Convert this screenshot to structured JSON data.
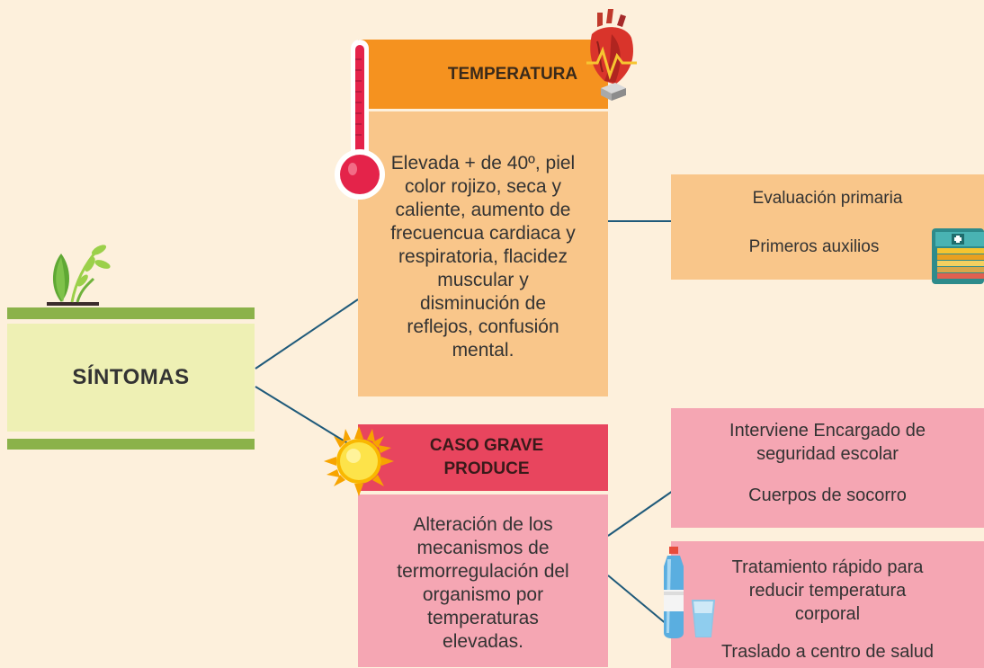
{
  "root": {
    "label": "SÍNTOMAS"
  },
  "temperatura": {
    "header": "TEMPERATURA",
    "body": "Elevada + de 40º, piel color rojizo, seca y caliente, aumento de frecuencua cardiaca y respiratoria, flacidez muscular y disminución de reflejos, confusión mental."
  },
  "caso_grave": {
    "header_line1": "CASO GRAVE",
    "header_line2": "PRODUCE",
    "body": "Alteración de los mecanismos de termorregulación del organismo por temperaturas elevadas."
  },
  "evaluacion": {
    "line1": "Evaluación primaria",
    "line2": "Primeros auxilios"
  },
  "intervencion": {
    "line1": "Interviene Encargado de",
    "line2": "seguridad escolar",
    "line3": "Cuerpos de socorro"
  },
  "tratamiento": {
    "line1": "Tratamiento rápido para",
    "line2": "reducir temperatura",
    "line3": "corporal",
    "line4": "Traslado a centro de salud"
  },
  "colors": {
    "background": "#fdf0dc",
    "root_bar": "#8bb24a",
    "root_fill": "#eef0b4",
    "orange_header": "#f5921f",
    "orange_body": "#f9c68a",
    "red_header": "#e8455e",
    "pink_body": "#f5a6b3",
    "connector": "#1f5a7a"
  },
  "icons": [
    "sprout-icon",
    "thermometer-icon",
    "heart-icon",
    "sun-icon",
    "first-aid-kit-icon",
    "water-bottle-icon"
  ]
}
